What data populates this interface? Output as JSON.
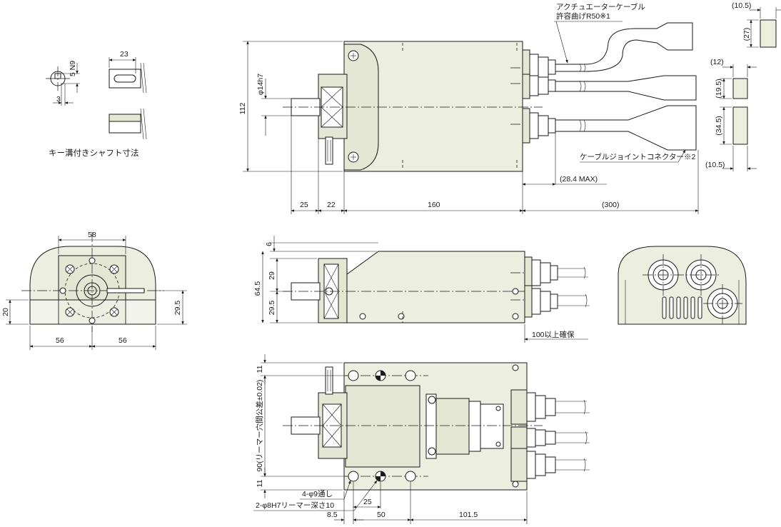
{
  "key_shaft": {
    "caption": "キー溝付きシャフト寸法",
    "dim_5n9": "5 N9",
    "dim_3": "3",
    "dim_23": "23"
  },
  "top_view": {
    "dim_112": "112",
    "dim_phi14h7": "φ14h7",
    "dim_25": "25",
    "dim_22": "22",
    "dim_160": "160",
    "dim_300": "(300)",
    "dim_28_4max": "(28.4 MAX)",
    "cable_note_line1": "アクチュエーターケーブル",
    "cable_note_line2": "許容曲げR50※1",
    "connector_note": "ケーブルジョイントコネクター※2"
  },
  "connector_dims": {
    "c1_width": "(10.5)",
    "c1_height": "(27)",
    "c2_width": "(12)",
    "c2_height": "(19.5)",
    "c3_height": "(34.5)",
    "c3_width": "(10.5)"
  },
  "front_view": {
    "dim_58": "58",
    "dim_20": "20",
    "dim_29_5": "29.5",
    "dim_56_left": "56",
    "dim_56_right": "56"
  },
  "side_view": {
    "dim_6": "6",
    "dim_64_5": "64.5",
    "dim_29": "29",
    "dim_29_5": "29.5",
    "clearance_note": "100以上確保"
  },
  "bottom_view": {
    "dim_11_top": "11",
    "dim_90": "90(リーマー穴間公差±0.02)",
    "dim_11_bottom": "11",
    "hole_note_1": "4-φ9通し",
    "hole_note_2": "2-φ8H7リーマー深さ10",
    "dim_25": "25",
    "dim_8_5": "8.5",
    "dim_50": "50",
    "dim_101_5": "101.5"
  }
}
